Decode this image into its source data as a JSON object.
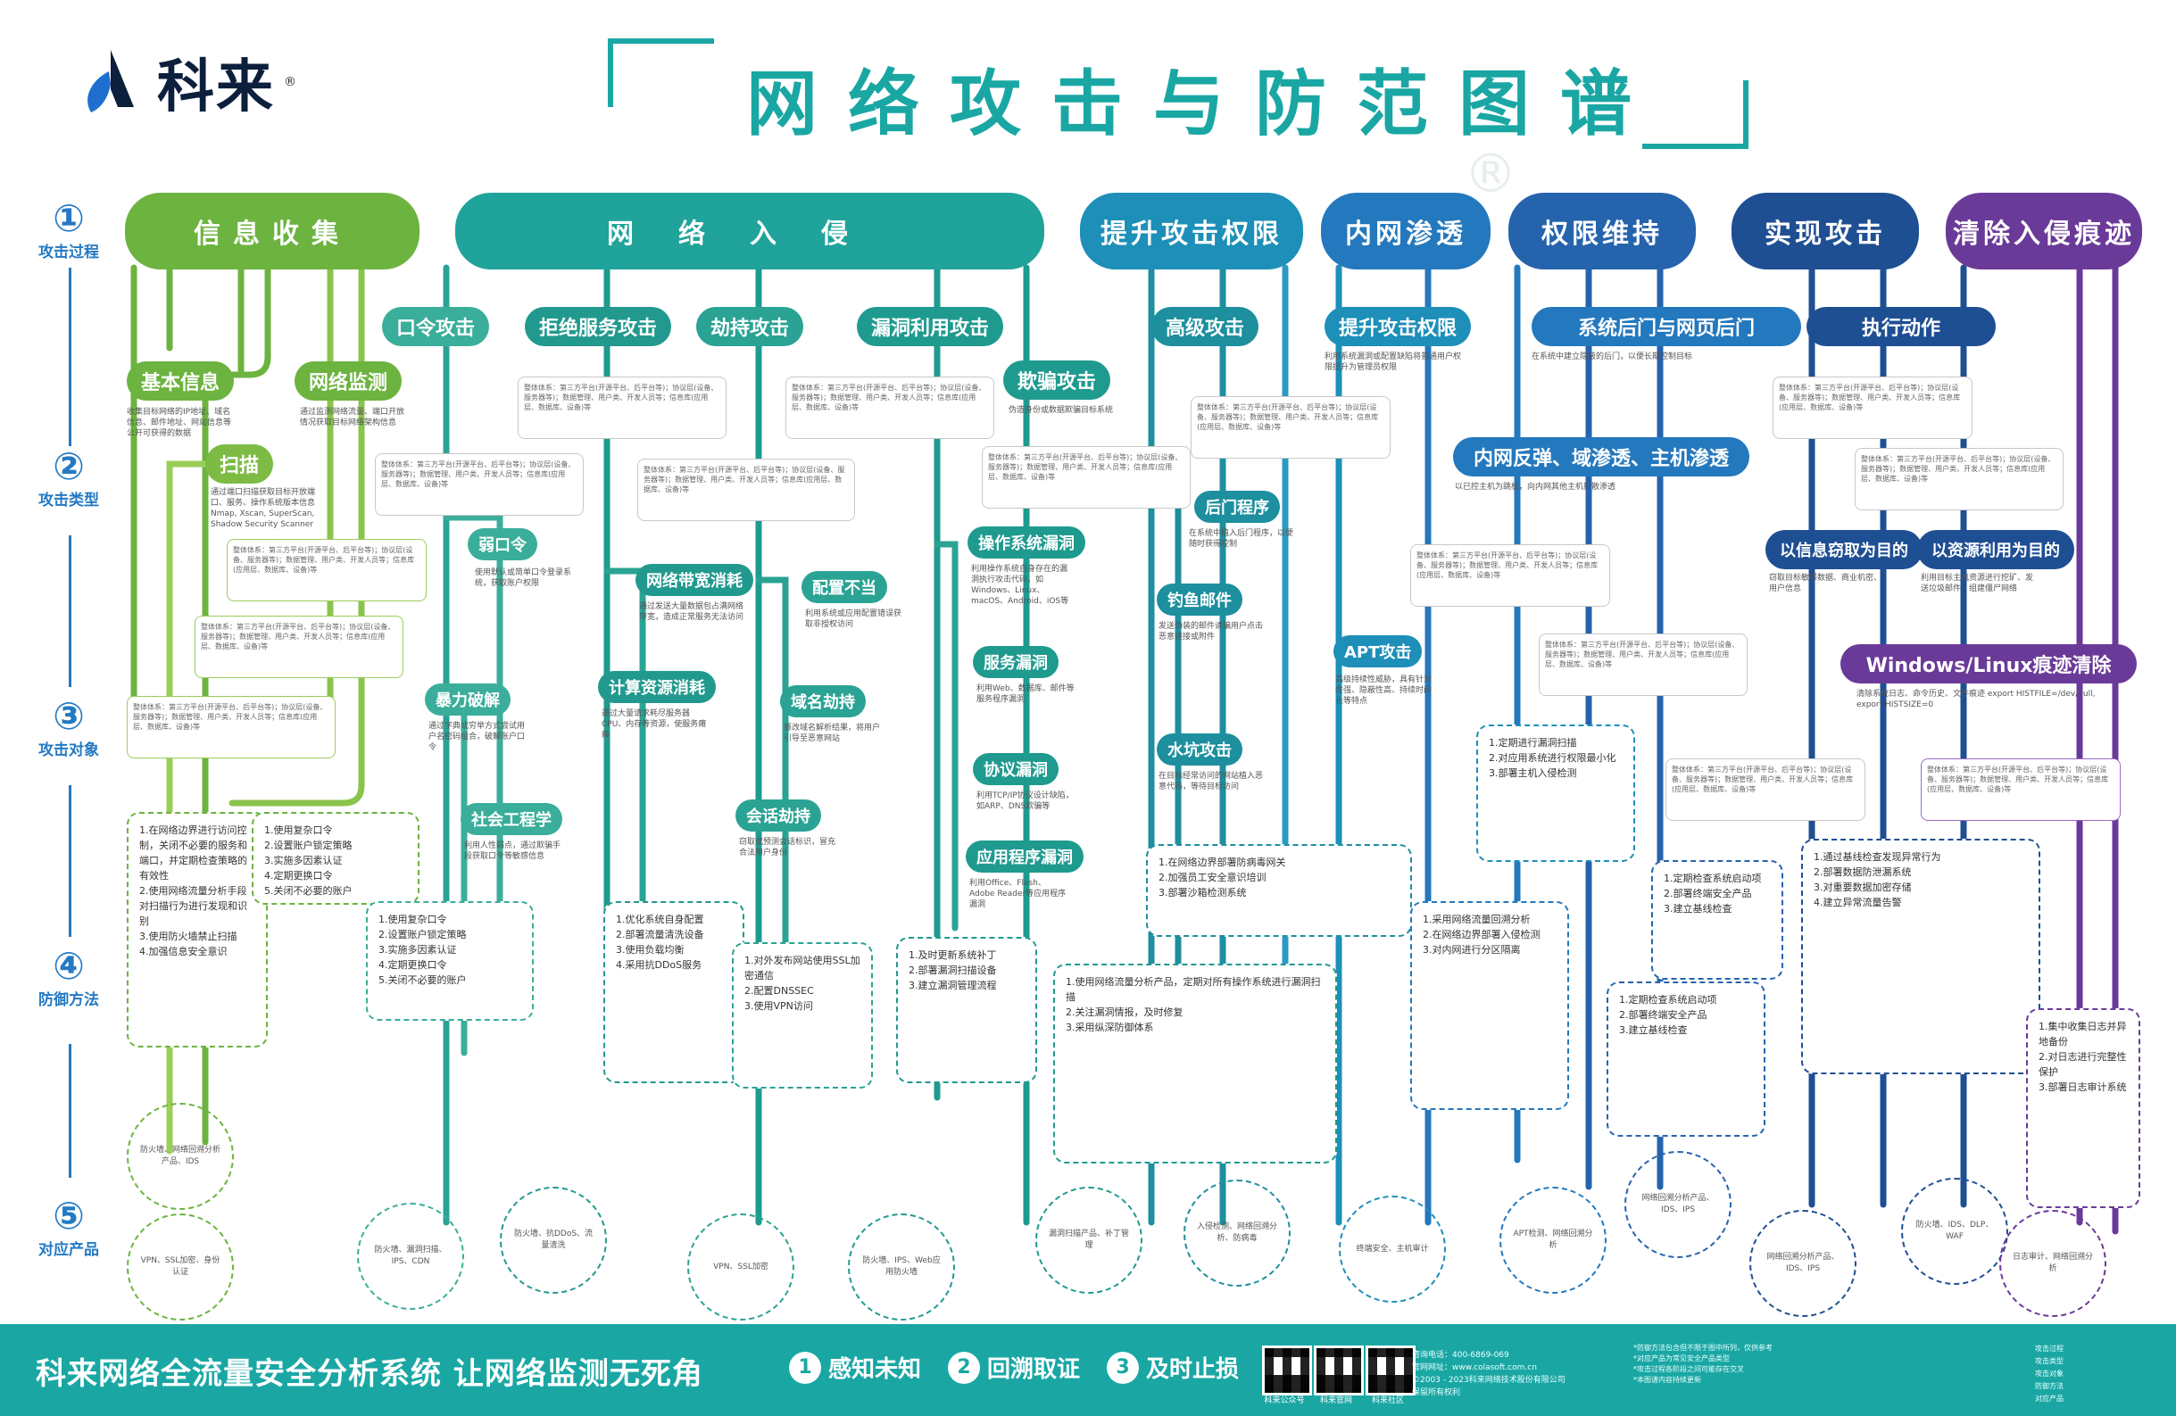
{
  "header": {
    "logo_text": "科来",
    "logo_reg": "®",
    "title": "网络攻击与防范图谱"
  },
  "axis": [
    {
      "num": "①",
      "label": "攻击过程"
    },
    {
      "num": "②",
      "label": "攻击类型"
    },
    {
      "num": "③",
      "label": "攻击对象"
    },
    {
      "num": "④",
      "label": "防御方法"
    },
    {
      "num": "⑤",
      "label": "对应产品"
    }
  ],
  "stages": [
    {
      "label": "信息收集",
      "color": "#6cb33f"
    },
    {
      "label": "网络入侵",
      "color": "#1fa39a"
    },
    {
      "label": "提升攻击权限",
      "color": "#1d8fb8"
    },
    {
      "label": "内网渗透",
      "color": "#2478bd"
    },
    {
      "label": "权限维持",
      "color": "#2663ad"
    },
    {
      "label": "实现攻击",
      "color": "#1f4f93"
    },
    {
      "label": "清除入侵痕迹",
      "color": "#6a3a98"
    }
  ],
  "categories": {
    "basic_info": "基本信息",
    "net_monitor": "网络监测",
    "scan": "扫描",
    "password_attack": "口令攻击",
    "dos": "拒绝服务攻击",
    "hijack": "劫持攻击",
    "vuln": "漏洞利用攻击",
    "fraud": "欺骗攻击",
    "advanced": "高级攻击",
    "escalate": "提升攻击权限",
    "backdoor": "系统后门与网页后门",
    "lateral": "内网反弹、域渗透、主机渗透",
    "execute": "执行动作",
    "steal": "以信息窃取为目的",
    "resource": "以资源利用为目的",
    "clean": "Windows/Linux痕迹清除"
  },
  "subtypes": {
    "weak_pwd": "弱口令",
    "brute": "暴力破解",
    "social": "社会工程学",
    "bandwidth": "网络带宽消耗",
    "compute": "计算资源消耗",
    "misconfig": "配置不当",
    "dns_hijack": "域名劫持",
    "session_hijack": "会话劫持",
    "os_vuln": "操作系统漏洞",
    "svc_vuln": "服务漏洞",
    "proto_vuln": "协议漏洞",
    "app_vuln": "应用程序漏洞",
    "backdoor_prog": "后门程序",
    "phishing": "钓鱼邮件",
    "watering": "水坑攻击",
    "apt": "APT攻击"
  },
  "descriptions": {
    "basic_info": "收集目标网络的IP地址、域名信息、邮件地址、网站信息等公开可获得的数据",
    "net_monitor": "通过监测网络流量、端口开放情况获取目标网络架构信息",
    "scan": "通过端口扫描获取目标开放端口、服务、操作系统版本信息 Nmap, Xscan, SuperScan, Shadow Security Scanner",
    "weak_pwd": "使用默认或简单口令登录系统，获取账户权限",
    "brute": "通过字典或穷举方式尝试用户名密码组合，破解账户口令",
    "social": "利用人性弱点，通过欺骗手段获取口令等敏感信息",
    "bandwidth": "通过发送大量数据包占满网络带宽，造成正常服务无法访问",
    "compute": "通过大量请求耗尽服务器CPU、内存等资源，使服务瘫痪",
    "misconfig": "利用系统或应用配置错误获取非授权访问",
    "dns_hijack": "篡改域名解析结果，将用户引导至恶意网站",
    "session_hijack": "窃取或预测会话标识，冒充合法用户身份",
    "os_vuln": "利用操作系统自身存在的漏洞执行攻击代码，如Windows、Linux、macOS、Android、iOS等",
    "svc_vuln": "利用Web、数据库、邮件等服务程序漏洞",
    "proto_vuln": "利用TCP/IP协议设计缺陷，如ARP、DNS欺骗等",
    "app_vuln": "利用Office、Flash、Adobe Reader等应用程序漏洞",
    "fraud": "伪造身份或数据欺骗目标系统",
    "backdoor_prog": "在系统中植入后门程序，以便随时获得控制",
    "phishing": "发送伪装的邮件诱骗用户点击恶意链接或附件",
    "watering": "在目标经常访问的网站植入恶意代码，等待目标访问",
    "apt": "高级持续性威胁，具有针对性强、隐蔽性高、持续时间长等特点",
    "escalate": "利用系统漏洞或配置缺陷将普通用户权限提升为管理员权限",
    "backdoor": "在系统中建立隐蔽的后门，以便长期控制目标",
    "lateral": "以已控主机为跳板，向内网其他主机扩散渗透",
    "steal": "窃取目标敏感数据、商业机密、用户信息",
    "resource": "利用目标主机资源进行挖矿、发送垃圾邮件、组建僵尸网络",
    "clean": "清除系统日志、命令历史、文件痕迹 export HISTFILE=/dev/null, export HISTSIZE=0"
  },
  "defense": [
    "1.在网络边界进行访问控制，关闭不必要的服务和端口，并定期检查策略的有效性\n2.使用网络流量分析手段对扫描行为进行发现和识别\n3.使用防火墙禁止扫描\n4.加强信息安全意识",
    "1.使用复杂口令\n2.设置账户锁定策略\n3.实施多因素认证\n4.定期更换口令\n5.关闭不必要的账户",
    "1.优化系统自身配置\n2.部署流量清洗设备\n3.使用负载均衡\n4.采用抗DDoS服务",
    "1.对外发布网站使用SSL加密通信\n2.配置DNSSEC\n3.使用VPN访问",
    "1.及时更新系统补丁\n2.部署漏洞扫描设备\n3.建立漏洞管理流程",
    "1.使用网络流量分析产品，定期对所有操作系统进行漏洞扫描\n2.关注漏洞情报，及时修复\n3.采用纵深防御体系",
    "1.在网络边界部署防病毒网关\n2.加强员工安全意识培训\n3.部署沙箱检测系统",
    "1.定期进行漏洞扫描\n2.对应用系统进行权限最小化\n3.部署主机入侵检测",
    "1.采用网络流量回溯分析\n2.在网络边界部署入侵检测\n3.对内网进行分区隔离",
    "1.定期检查系统启动项\n2.部署终端安全产品\n3.建立基线检查",
    "1.通过基线检查发现异常行为\n2.部署数据防泄漏系统\n3.对重要数据加密存储\n4.建立异常流量告警",
    "1.集中收集日志并异地备份\n2.对日志进行完整性保护\n3.部署日志审计系统"
  ],
  "products": [
    "防火墙、网络回溯分析产品、IDS",
    "VPN、SSL加密、身份认证",
    "防火墙、漏洞扫描、IPS、CDN",
    "防火墙、抗DDoS、流量清洗",
    "VPN、SSL加密",
    "防火墙、IPS、Web应用防火墙",
    "漏洞扫描产品、补丁管理",
    "入侵检测、网络回溯分析、防病毒",
    "终端安全、主机审计",
    "APT检测、网络回溯分析",
    "网络回溯分析产品、IDS、IPS",
    "防火墙、IDS、DLP、WAF",
    "日志审计、网络回溯分析"
  ],
  "card_text": "整体体系：第三方平台(开源平台、后平台等)；协议层(设备、服务器等)；数据管理、用户类、开发人员等；信息库(应用层、数据库、设备)等",
  "watermark": "®",
  "bottom": {
    "slogan": "科来网络全流量安全分析系统  让网络监测无死角",
    "features": [
      {
        "num": "1",
        "label": "感知未知"
      },
      {
        "num": "2",
        "label": "回溯取证"
      },
      {
        "num": "3",
        "label": "及时止损"
      }
    ],
    "qr_captions": [
      "科来公众号",
      "科来官网",
      "科来社区"
    ],
    "contact": "咨询电话：400-6869-069\n官网网址：www.colasoft.com.cn\n©2003 - 2023科来网络技术股份有限公司 保留所有权利",
    "notes": "*防御方法包含但不限于图中所列，仅供参考\n*对应产品为常见安全产品类型\n*攻击过程各阶段之间可能存在交叉\n*本图谱内容持续更新",
    "legend": [
      "攻击过程",
      "攻击类型",
      "攻击对象",
      "防御方法",
      "对应产品"
    ]
  }
}
